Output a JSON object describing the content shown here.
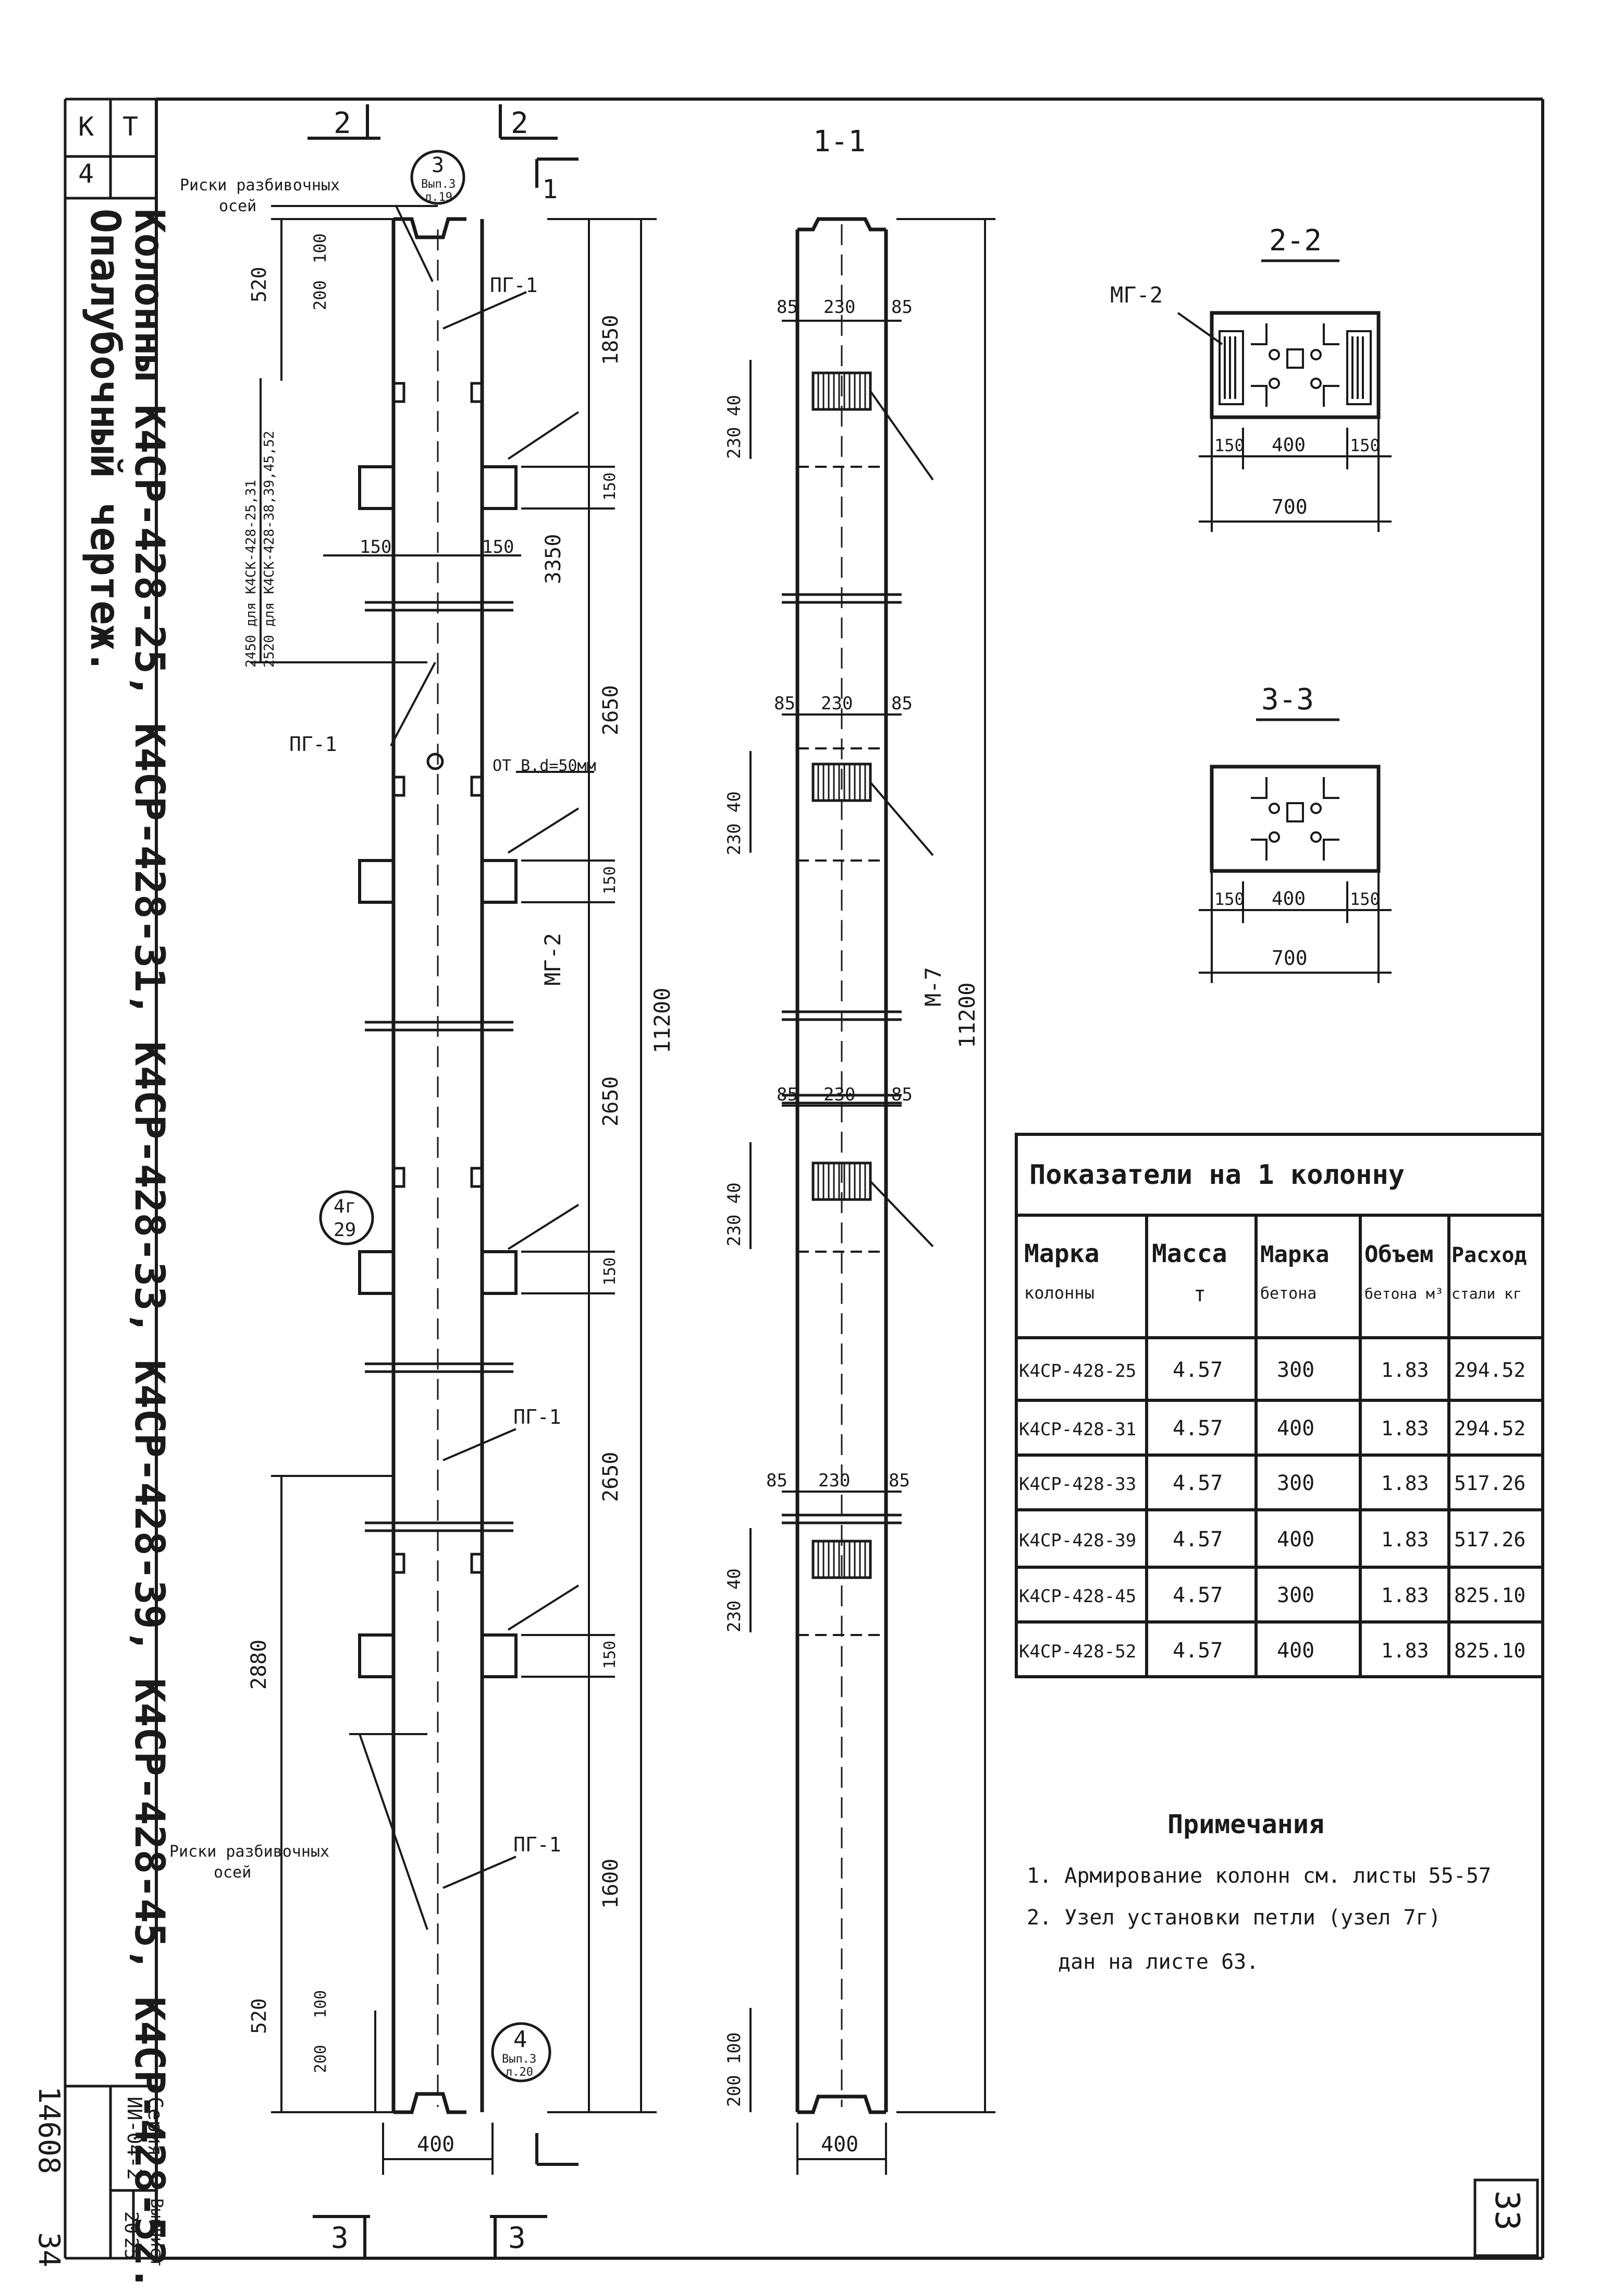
{
  "title_strip": {
    "col_t": "Т",
    "col_k": "К",
    "sheet_no": "4",
    "title_line1": "Колонны К4СР-428-25, К4СР-428-31, К4СР-428-33, К4СР-428-39, К4СР-428-45, К4СР-428-52.",
    "title_line2": "Опалубочный чертеж."
  },
  "series_block": {
    "label": "Серия",
    "series": "ИИ-04-2",
    "issue_label": "Вып.",
    "issue": "20",
    "sheet_label": "Лист",
    "sheet": "25",
    "archive_no": "14608",
    "page_no": "34"
  },
  "page_number": "33",
  "main_view": {
    "section_2": "2",
    "section_2b": "2",
    "section_1": "1",
    "section_3a": "3",
    "section_3b": "3",
    "risk_top": "Риски разбивочных",
    "risk_top2": "осей",
    "risk_bottom": "Риски разбивочных",
    "risk_bottom2": "осей",
    "node_top_num": "3",
    "node_top_ref": "Вып.3",
    "node_top_sheet": "л.19",
    "node_bottom_num": "4",
    "node_bottom_ref": "Вып.3",
    "node_bottom_sheet": "л.20",
    "node_side_num": "4г",
    "node_side_sheet": "29",
    "pg1_a": "ПГ-1",
    "pg1_b": "ПГ-1",
    "pg1_c": "ПГ-1",
    "pg1_d": "ПГ-1",
    "hole": "ОТ В.d=50мм",
    "mg2": "МГ-2",
    "d520_top": "520",
    "d100_top": "100",
    "d200_top": "200",
    "note_2450": "2450 для К4СК-428-25,31",
    "note_2520": "2520 для К4СК-428-38,39,45,52",
    "d150_l": "150",
    "d150_r": "150",
    "d3350": "3350",
    "d1850": "1850",
    "d150_1": "150",
    "d2650_1": "2650",
    "d150_2": "150",
    "d2650_2": "2650",
    "d150_3": "150",
    "d2650_3": "2650",
    "d150_4": "150",
    "d1600": "1600",
    "d11200": "11200",
    "d2880": "2880",
    "d520_bot": "520",
    "d100_bot": "100",
    "d200_bot": "200",
    "width": "400"
  },
  "section_view": {
    "title": "1-1",
    "d85": "85",
    "d230": "230",
    "d230_40": "230 40",
    "m7": "М-7",
    "d11200": "11200",
    "d200_100": "200 100",
    "width": "400"
  },
  "cross_sections": [
    {
      "title": "2-2",
      "mark": "МГ-2",
      "d150a": "150",
      "d400": "400",
      "d150b": "150",
      "d700": "700"
    },
    {
      "title": "3-3",
      "d150a": "150",
      "d400": "400",
      "d150b": "150",
      "d700": "700"
    }
  ],
  "table": {
    "caption": "Показатели на 1 колонну",
    "headers": [
      [
        "Марка",
        "колонны"
      ],
      [
        "Масса",
        "т"
      ],
      [
        "Марка",
        "бетона"
      ],
      [
        "Объем",
        "бетона м³"
      ],
      [
        "Расход",
        "стали кг"
      ]
    ],
    "rows": [
      [
        "К4СР-428-25",
        "4.57",
        "300",
        "1.83",
        "294.52"
      ],
      [
        "К4СР-428-31",
        "4.57",
        "400",
        "1.83",
        "294.52"
      ],
      [
        "К4СР-428-33",
        "4.57",
        "300",
        "1.83",
        "517.26"
      ],
      [
        "К4СР-428-39",
        "4.57",
        "400",
        "1.83",
        "517.26"
      ],
      [
        "К4СР-428-45",
        "4.57",
        "300",
        "1.83",
        "825.10"
      ],
      [
        "К4СР-428-52",
        "4.57",
        "400",
        "1.83",
        "825.10"
      ]
    ]
  },
  "notes": {
    "title": "Примечания",
    "lines": [
      "1. Армирование колонн см. листы 55-57",
      "2. Узел установки петли (узел 7г)",
      "дан на листе 63."
    ]
  }
}
